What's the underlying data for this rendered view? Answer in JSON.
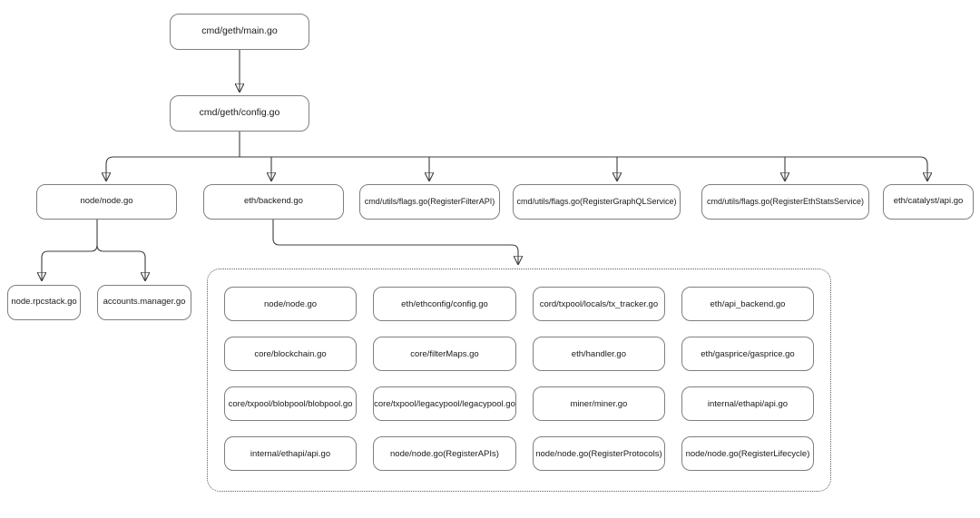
{
  "colors": {
    "background": "#ffffff",
    "box_border": "#7f7f7f",
    "group_border": "#5f5f5f",
    "line": "#3d3d3d",
    "text": "#1a1a1a"
  },
  "nodes": {
    "main": {
      "label": "cmd/geth/main.go"
    },
    "config": {
      "label": "cmd/geth/config.go"
    },
    "node": {
      "label": "node/node.go"
    },
    "backend": {
      "label": "eth/backend.go"
    },
    "filter": {
      "label": "cmd/utils/flags.go(RegisterFilterAPI)"
    },
    "graphql": {
      "label": "cmd/utils/flags.go(RegisterGraphQLService)"
    },
    "ethstats": {
      "label": "cmd/utils/flags.go(RegisterEthStatsService)"
    },
    "catalyst": {
      "label": "eth/catalyst/api.go"
    },
    "rpcstack": {
      "label": "node.rpcstack.go"
    },
    "manager": {
      "label": "accounts.manager.go"
    }
  },
  "group": {
    "rows": [
      [
        "node/node.go",
        "eth/ethconfig/config.go",
        "cord/txpool/locals/tx_tracker.go",
        "eth/api_backend.go"
      ],
      [
        "core/blockchain.go",
        "core/filterMaps.go",
        "eth/handler.go",
        "eth/gasprice/gasprice.go"
      ],
      [
        "core/txpool/blobpool/blobpool.go",
        "core/txpool/legacypool/legacypool.go",
        "miner/miner.go",
        "internal/ethapi/api.go"
      ],
      [
        "internal/ethapi/api.go",
        "node/node.go(RegisterAPIs)",
        "node/node.go(RegisterProtocols)",
        "node/node.go(RegisterLifecycle)"
      ]
    ]
  }
}
